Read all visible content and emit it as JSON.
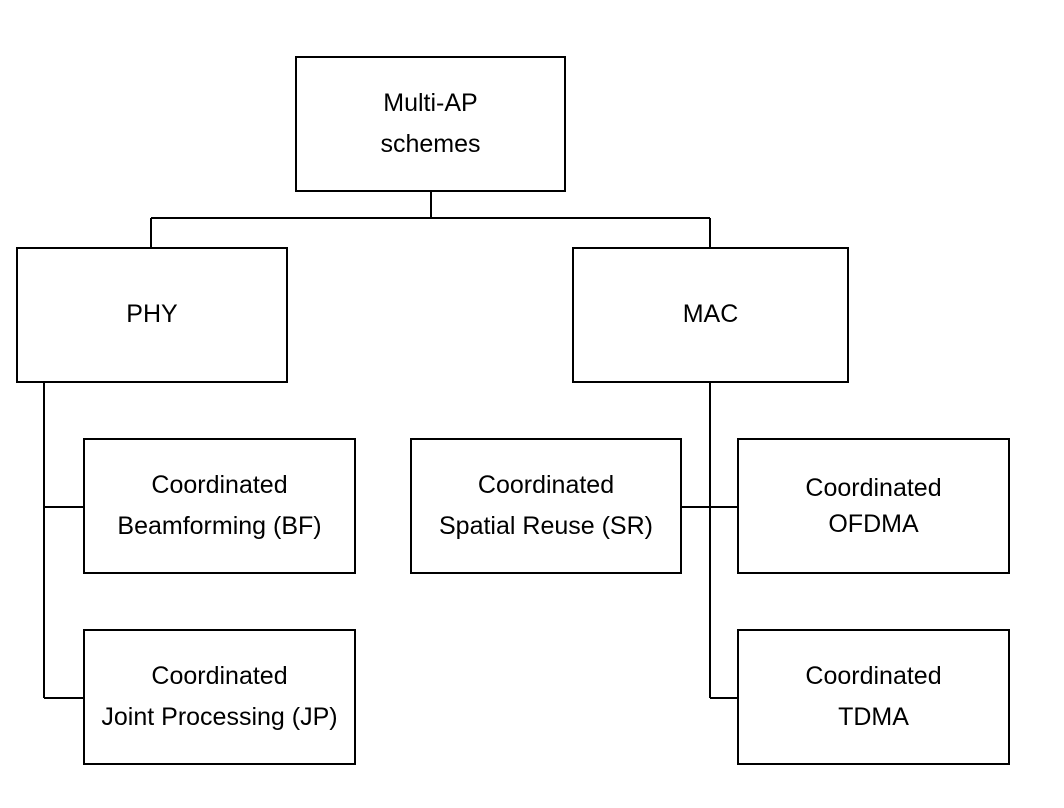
{
  "nodes": {
    "root": {
      "line1": "Multi-AP",
      "line2": "schemes"
    },
    "phy": {
      "label": "PHY"
    },
    "mac": {
      "label": "MAC"
    },
    "bf": {
      "line1": "Coordinated",
      "line2": "Beamforming (BF)"
    },
    "jp": {
      "line1": "Coordinated",
      "line2": "Joint Processing (JP)"
    },
    "sr": {
      "line1": "Coordinated",
      "line2": "Spatial Reuse (SR)"
    },
    "ofdma": {
      "line1": "Coordinated",
      "line2": "OFDMA"
    },
    "tdma": {
      "line1": "Coordinated",
      "line2": "TDMA"
    }
  },
  "colors": {
    "stroke": "#000000",
    "background": "#ffffff"
  }
}
